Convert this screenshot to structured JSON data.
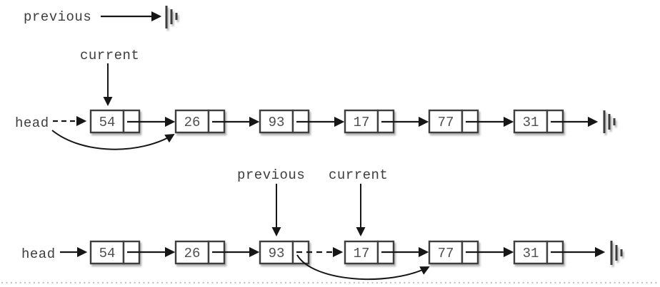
{
  "standalone_previous": {
    "label": "previous"
  },
  "top_diagram": {
    "current_label": "current",
    "head_label": "head",
    "nodes": [
      "54",
      "26",
      "93",
      "17",
      "77",
      "31"
    ]
  },
  "bottom_diagram": {
    "previous_label": "previous",
    "current_label": "current",
    "head_label": "head",
    "nodes": [
      "54",
      "26",
      "93",
      "17",
      "77",
      "31"
    ]
  },
  "colors": {
    "arrow": "#161616",
    "box_border": "#3f3f3f",
    "label_text": "#3d3d3d",
    "value_text": "#4f4f4f",
    "dotted_rule": "#c6c6c6",
    "background": "#ffffff"
  }
}
